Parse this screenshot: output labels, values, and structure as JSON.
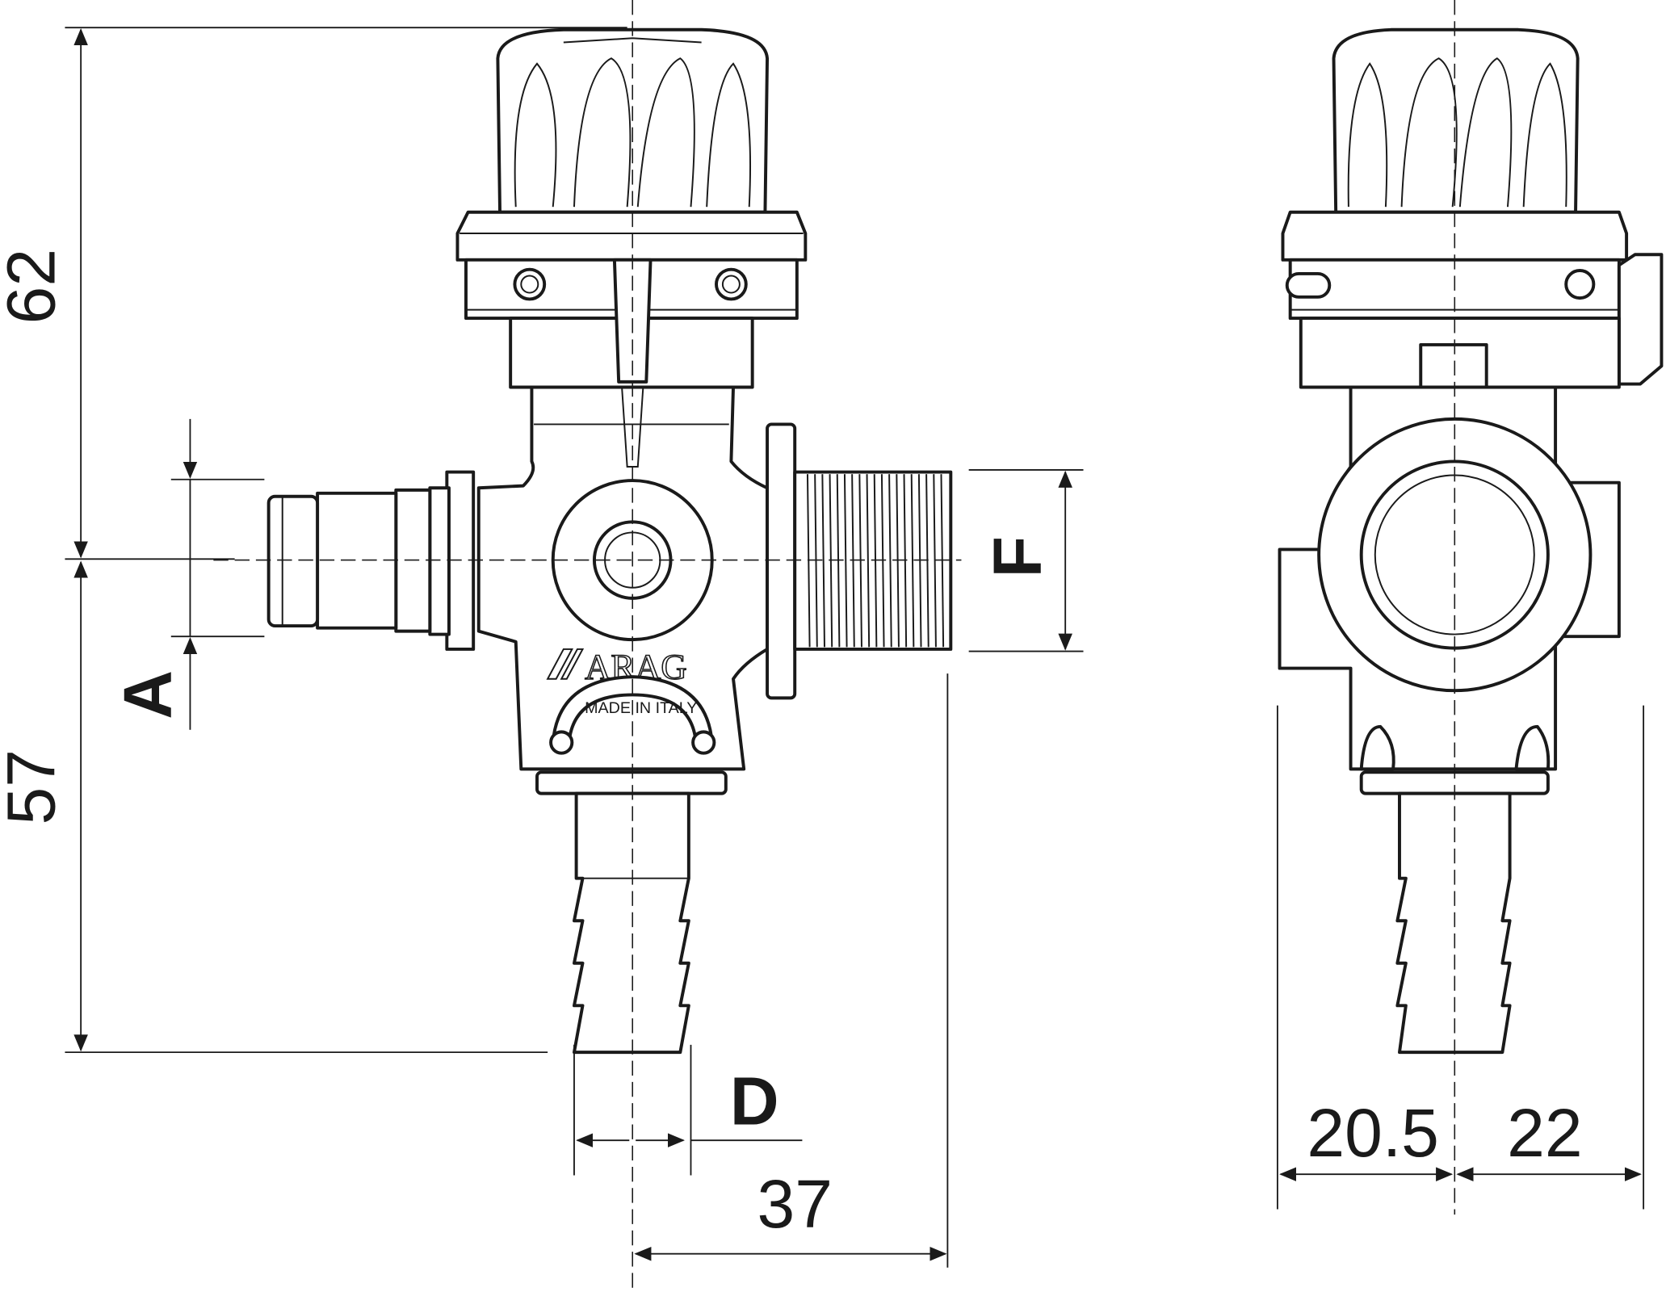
{
  "drawing": {
    "brand": "ARAG",
    "made_in": "MADE IN ITALY",
    "dimensions": {
      "height_top": "62",
      "height_bottom": "57",
      "inlet_label": "A",
      "thread_label": "F",
      "hose_label": "D",
      "offset_right": "37",
      "side_left": "20.5",
      "side_right": "22"
    }
  }
}
